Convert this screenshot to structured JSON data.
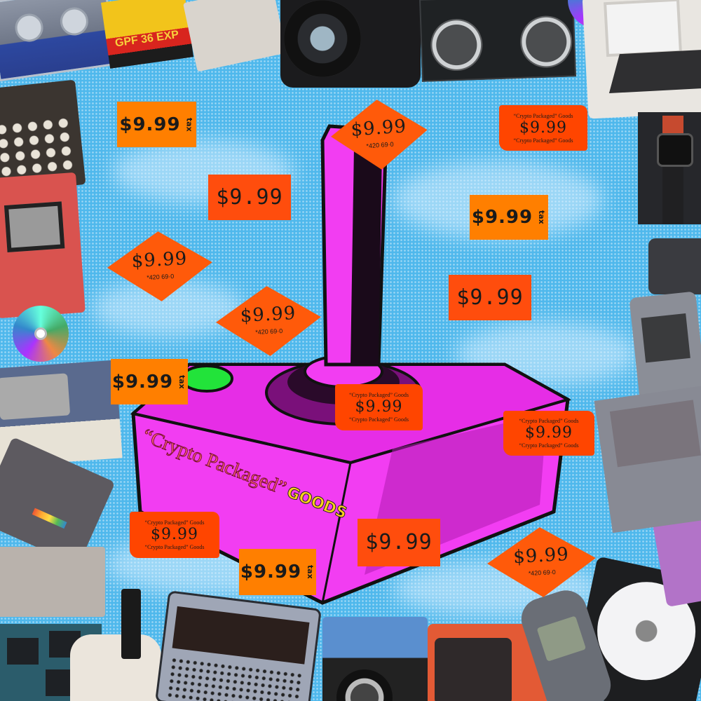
{
  "artwork": {
    "theme": "pop-art collage of retro electronics on halftone sky",
    "colors": {
      "sky": "#4fb8ec",
      "joystick_body": "#f23df2",
      "joystick_shadow": "#1a0a1a",
      "tag_orange": "#ff7f00",
      "tag_red_orange": "#ff4d0d",
      "brand_text": "#ff5f7a",
      "goods_text": "#ffd21c",
      "button_green": "#22e33a"
    },
    "brand": {
      "label": "“Crypto Packaged”",
      "goods": "GOODS"
    },
    "film_label": "GPF 36 EXP",
    "tags": [
      {
        "style": "rect",
        "price": "$9.99",
        "tax": "tax"
      },
      {
        "style": "diamond",
        "price": "$9.99",
        "code": "*420 69·0"
      },
      {
        "style": "torn",
        "top": "“Crypto Packaged” Goods",
        "price": "$9.99",
        "bottom": "“Crypto Packaged” Goods"
      },
      {
        "style": "stamp",
        "price": "$9.99"
      },
      {
        "style": "rect",
        "price": "$9.99",
        "tax": "tax"
      },
      {
        "style": "diamond",
        "price": "$9.99",
        "code": "*420 69·0"
      },
      {
        "style": "stamp",
        "price": "$9.99"
      },
      {
        "style": "diamond",
        "price": "$9.99",
        "code": "*420 69·0"
      },
      {
        "style": "rect",
        "price": "$9.99",
        "tax": "tax"
      },
      {
        "style": "torn",
        "top": "“Crypto Packaged” Goods",
        "price": "$9.99",
        "bottom": "“Crypto Packaged” Goods"
      },
      {
        "style": "torn",
        "top": "“Crypto Packaged” Goods",
        "price": "$9.99",
        "bottom": "“Crypto Packaged” Goods"
      },
      {
        "style": "torn",
        "top": "“Crypto Packaged” Goods",
        "price": "$9.99",
        "bottom": "“Crypto Packaged” Goods"
      },
      {
        "style": "stamp",
        "price": "$9.99"
      },
      {
        "style": "diamond",
        "price": "$9.99",
        "code": "*420 69·0"
      },
      {
        "style": "rect",
        "price": "$9.99",
        "tax": "tax"
      }
    ],
    "objects": [
      "cassette-tape",
      "film-canister",
      "floppy-disk",
      "dslr-camera",
      "boombox",
      "compact-disc",
      "retro-computer",
      "vhs-tape",
      "digital-watch",
      "calculator",
      "arcade-cabinet",
      "old-pc",
      "polaroid-camera",
      "vcr",
      "circuit-board",
      "atari-joystick",
      "transistor-radio",
      "toy-camera",
      "crt-tv",
      "mobile-phone",
      "hard-drive",
      "game-boy",
      "flip-phone",
      "laptop"
    ]
  }
}
